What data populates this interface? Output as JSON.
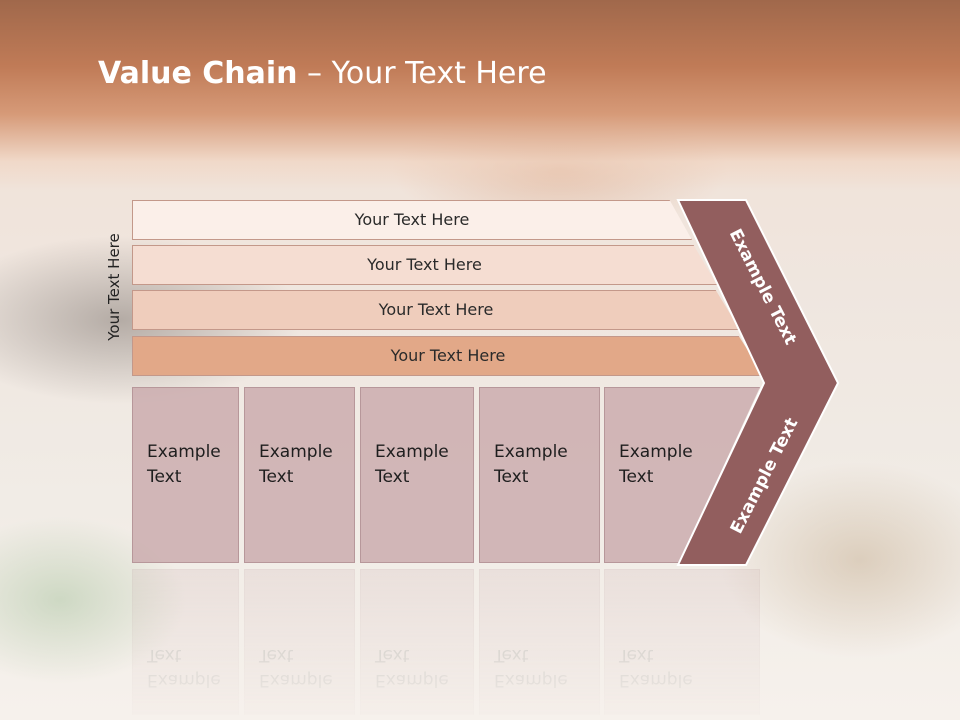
{
  "title": {
    "bold": "Value Chain",
    "rest": " – Your Text Here"
  },
  "side_label": "Your Text Here",
  "bars": [
    "Your Text Here",
    "Your Text Here",
    "Your Text Here",
    "Your Text Here"
  ],
  "bar_colors": [
    "#fbefe9",
    "#f5ddd2",
    "#efcdbc",
    "#e2a888"
  ],
  "columns": [
    "Example\nText",
    "Example\nText",
    "Example\nText",
    "Example\nText",
    "Example\nText"
  ],
  "chevron": {
    "top_label": "Example Text",
    "bottom_label": "Example Text",
    "color": "#925e5e"
  }
}
